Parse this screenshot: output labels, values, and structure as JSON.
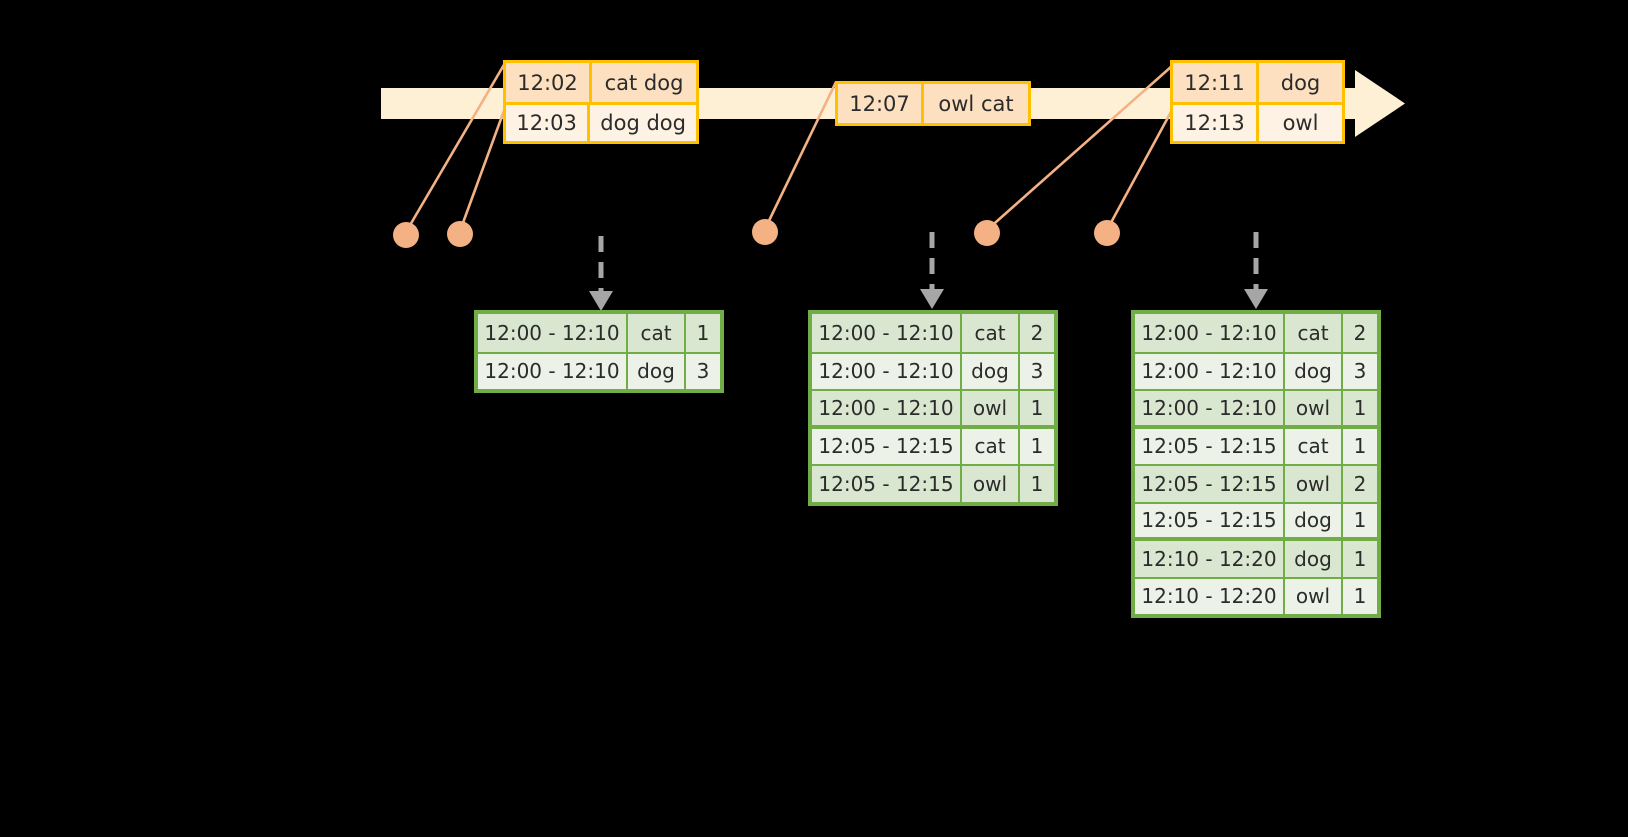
{
  "timeline": {
    "axis_label": "time-axis",
    "band_color": "#FDF0D5",
    "arrow_color": "#FDF0D5",
    "event_border_color": "#FFC000",
    "event_groups": [
      {
        "name": "event-group-1",
        "events": [
          {
            "time": "12:02",
            "text": "cat dog"
          },
          {
            "time": "12:03",
            "text": "dog dog"
          }
        ]
      },
      {
        "name": "event-group-2",
        "events": [
          {
            "time": "12:07",
            "text": "owl cat"
          }
        ]
      },
      {
        "name": "event-group-3",
        "events": [
          {
            "time": "12:11",
            "text": "dog"
          },
          {
            "time": "12:13",
            "text": "owl"
          }
        ]
      }
    ]
  },
  "markers": {
    "dot_color": "#F4B183",
    "connector_color": "#F4B183",
    "count": 5
  },
  "arrows": {
    "dashed_arrow_color": "#A6A6A6",
    "count": 3
  },
  "results": {
    "border_color": "#70AD47",
    "columns": [
      "window",
      "key",
      "count"
    ],
    "tables": [
      {
        "name": "result-table-1",
        "rows": [
          {
            "window": "12:00 - 12:10",
            "key": "cat",
            "count": "1",
            "band": 0
          },
          {
            "window": "12:00 - 12:10",
            "key": "dog",
            "count": "3",
            "band": 0
          }
        ]
      },
      {
        "name": "result-table-2",
        "rows": [
          {
            "window": "12:00 - 12:10",
            "key": "cat",
            "count": "2",
            "band": 0
          },
          {
            "window": "12:00 - 12:10",
            "key": "dog",
            "count": "3",
            "band": 0
          },
          {
            "window": "12:00 - 12:10",
            "key": "owl",
            "count": "1",
            "band": 0
          },
          {
            "window": "12:05 - 12:15",
            "key": "cat",
            "count": "1",
            "band": 1
          },
          {
            "window": "12:05 - 12:15",
            "key": "owl",
            "count": "1",
            "band": 1
          }
        ]
      },
      {
        "name": "result-table-3",
        "rows": [
          {
            "window": "12:00 - 12:10",
            "key": "cat",
            "count": "2",
            "band": 0
          },
          {
            "window": "12:00 - 12:10",
            "key": "dog",
            "count": "3",
            "band": 0
          },
          {
            "window": "12:00 - 12:10",
            "key": "owl",
            "count": "1",
            "band": 0
          },
          {
            "window": "12:05 - 12:15",
            "key": "cat",
            "count": "1",
            "band": 1
          },
          {
            "window": "12:05 - 12:15",
            "key": "owl",
            "count": "2",
            "band": 1
          },
          {
            "window": "12:05 - 12:15",
            "key": "dog",
            "count": "1",
            "band": 1
          },
          {
            "window": "12:10 - 12:20",
            "key": "dog",
            "count": "1",
            "band": 2
          },
          {
            "window": "12:10 - 12:20",
            "key": "owl",
            "count": "1",
            "band": 2
          }
        ]
      }
    ]
  }
}
